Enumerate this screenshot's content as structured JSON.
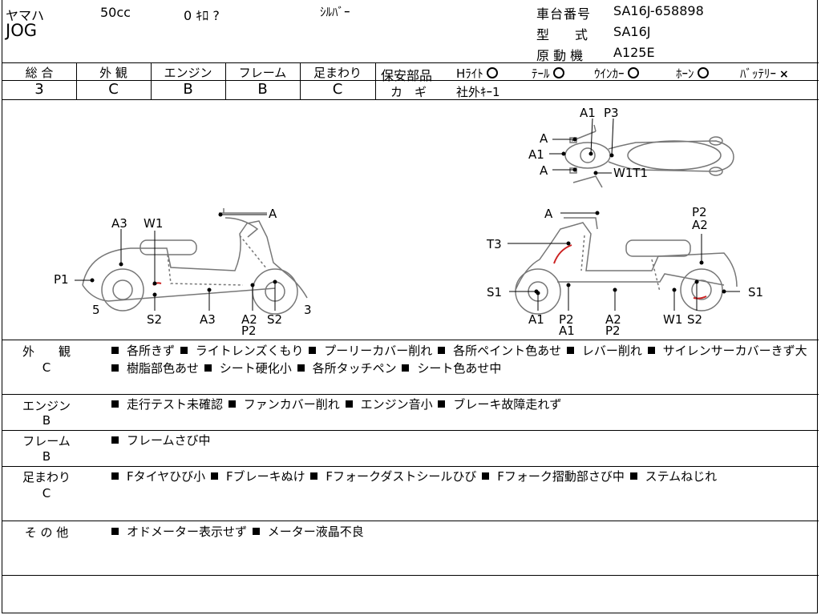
{
  "header": {
    "maker": "ヤマハ",
    "displacement": "50cc",
    "mileage": "0 ｷﾛ ?",
    "color": "ｼﾙﾊﾞｰ",
    "model_name": "JOG",
    "frame_label": "車台番号",
    "frame_no": "SA16J-658898",
    "type_label": "型　　式",
    "type_value": "SA16J",
    "engine_label": "原 動 機",
    "engine_value": "A125E"
  },
  "grades": {
    "overall_label": "総 合",
    "overall": "3",
    "exterior_label": "外 観",
    "exterior": "C",
    "engine_label": "エンジン",
    "engine": "B",
    "frame_label": "フレーム",
    "frame": "B",
    "suspension_label": "足まわり",
    "suspension": "C"
  },
  "safety": {
    "title": "保安部品",
    "headlight": "Hﾗｲﾄ",
    "tail": "ﾃｰﾙ",
    "winker": "ｳｲﾝｶｰ",
    "horn": "ﾎｰﾝ",
    "battery": "ﾊﾞｯﾃﾘｰ",
    "battery_mark": "×",
    "key_label": "カ　ギ",
    "key_value": "社外ｷｰ1"
  },
  "diagram": {
    "top": [
      "A1",
      "P3",
      "A",
      "A1",
      "A",
      "W1T1"
    ],
    "left": [
      "A",
      "A3",
      "W1",
      "P1",
      "5",
      "S2",
      "A3",
      "A2",
      "P2",
      "S2",
      "3"
    ],
    "right": [
      "A",
      "P2",
      "A2",
      "T3",
      "S1",
      "S1",
      "A1",
      "P2",
      "A1",
      "A2",
      "P2",
      "W1",
      "S2"
    ]
  },
  "sections": {
    "exterior_label": "外　　観",
    "exterior_grade": "C",
    "exterior_items": [
      "各所きず",
      "ライトレンズくもり",
      "プーリーカバー削れ",
      "各所ペイント色あせ",
      "レバー削れ",
      "サイレンサーカバーきず大",
      "樹脂部色あせ",
      "シート硬化小",
      "各所タッチペン",
      "シート色あせ中"
    ],
    "engine_label": "エンジン",
    "engine_grade": "B",
    "engine_items": [
      "走行テスト未確認",
      "ファンカバー削れ",
      "エンジン音小",
      "ブレーキ故障走れず"
    ],
    "frame_label": "フレーム",
    "frame_grade": "B",
    "frame_items": [
      "フレームさび中"
    ],
    "suspension_label": "足まわり",
    "suspension_grade": "C",
    "suspension_items": [
      "Fタイヤひび小",
      "Fブレーキぬけ",
      "Fフォークダストシールひび",
      "Fフォーク摺動部さび中",
      "ステムねじれ"
    ],
    "other_label": "そ の 他",
    "other_items": [
      "オドメーター表示せず",
      "メーター液晶不良"
    ]
  }
}
